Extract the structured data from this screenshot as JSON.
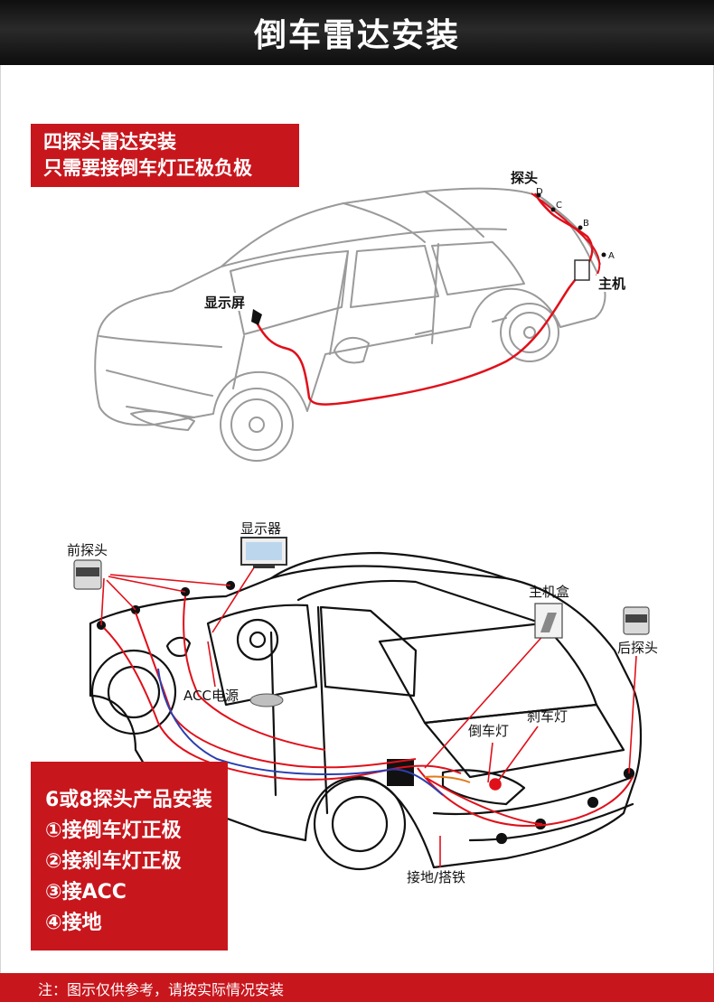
{
  "header": {
    "title": "倒车雷达安装"
  },
  "section1": {
    "note_lines": [
      "四探头雷达安装",
      "只需要接倒车灯正极负极"
    ],
    "labels": {
      "probe": "探头",
      "host": "主机",
      "display": "显示屏",
      "point_a": "A",
      "point_b": "B",
      "point_c": "C",
      "point_d": "D"
    }
  },
  "section2": {
    "labels": {
      "front_probe": "前探头",
      "monitor": "显示器",
      "host_box": "主机盒",
      "rear_probe": "后探头",
      "acc_power": "ACC电源",
      "reverse_light": "倒车灯",
      "brake_light": "刹车灯",
      "ground": "接地/搭铁"
    },
    "note_lines": [
      "6或8探头产品安装",
      "①接倒车灯正极",
      "②接刹车灯正极",
      "③接ACC",
      "④接地"
    ]
  },
  "footer": {
    "note": "注：图示仅供参考，请按实际情况安装"
  },
  "colors": {
    "header_bg": "#1a1a1a",
    "accent_red": "#c8161d",
    "wire_red": "#e0101a",
    "wire_blue": "#2a3fb0",
    "car_outline": "#9a9a9a"
  }
}
